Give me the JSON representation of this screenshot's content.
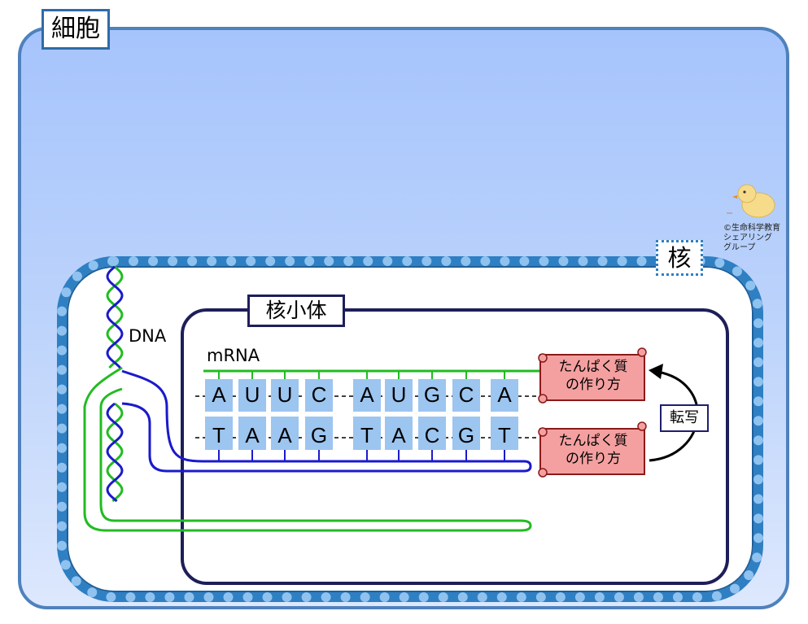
{
  "labels": {
    "cell": "細胞",
    "nucleus": "核",
    "nucleolus": "核小体",
    "dna": "DNA",
    "mrna": "mRNA",
    "transcription": "転写"
  },
  "rna_bases": [
    "A",
    "U",
    "U",
    "C",
    "A",
    "U",
    "G",
    "C",
    "A"
  ],
  "dna_bases": [
    "T",
    "A",
    "A",
    "G",
    "T",
    "A",
    "C",
    "G",
    "T"
  ],
  "protein_recipe": {
    "line1": "たんぱく質",
    "line2": "の作り方"
  },
  "credit": {
    "line1": "©生命科学教育",
    "line2": "シェアリング",
    "line3": "グループ"
  },
  "colors": {
    "cell_border": "#4f81bd",
    "nucleus_border": "#2f7fc3",
    "nucleolus_border": "#1e1e5a",
    "dna_green": "#22bb22",
    "dna_blue": "#1a1acc",
    "base_fill": "#9cc5f0",
    "scroll_fill": "#f4a0a0",
    "scroll_border": "#8b1a1a"
  }
}
